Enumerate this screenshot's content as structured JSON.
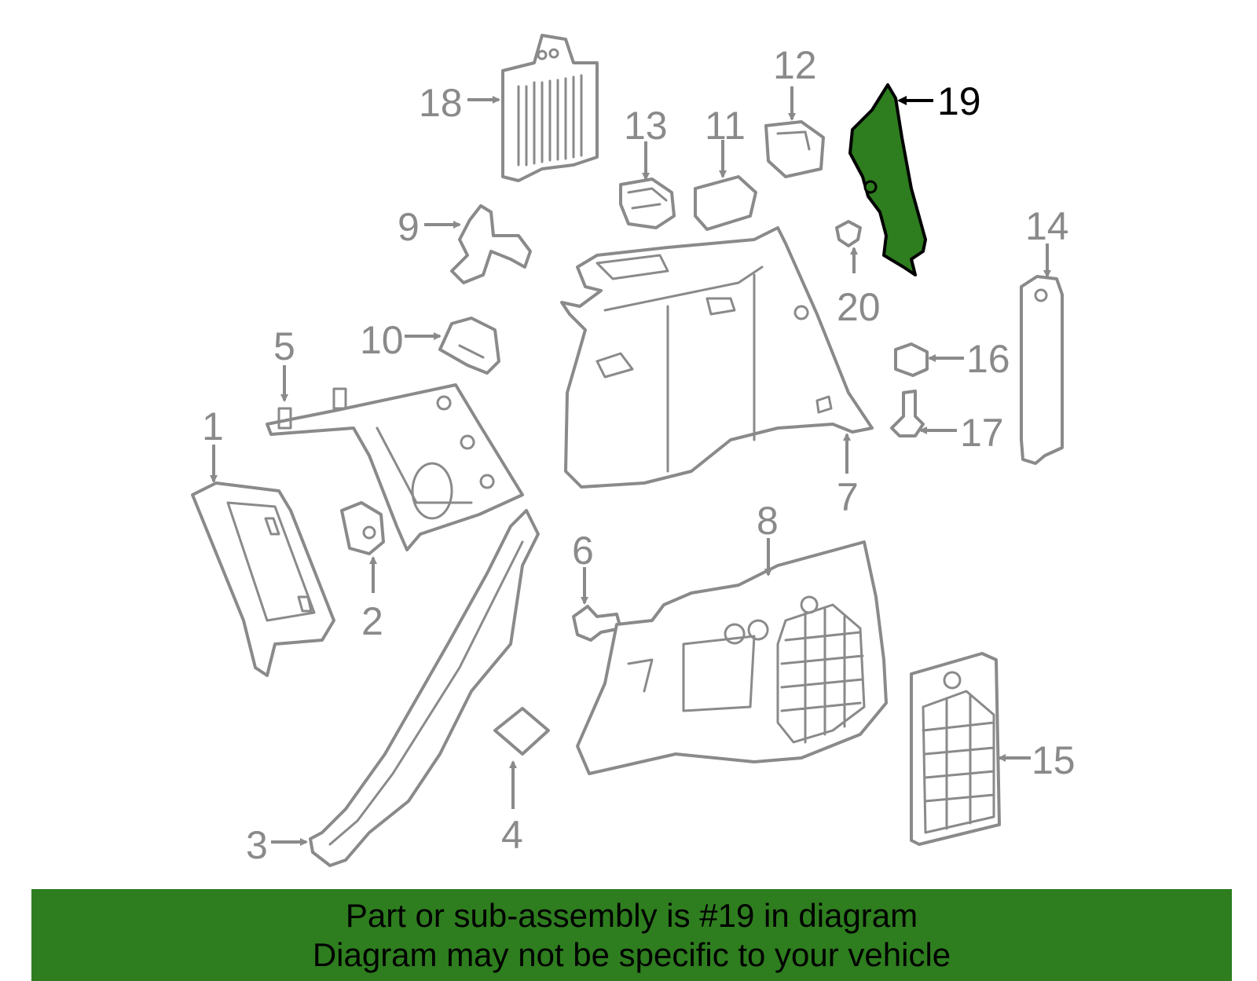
{
  "diagram": {
    "highlighted_part": "19",
    "highlight_color": "#2e7d1f",
    "line_color": "#8a8a8a",
    "callouts": [
      "1",
      "2",
      "3",
      "4",
      "5",
      "6",
      "7",
      "8",
      "9",
      "10",
      "11",
      "12",
      "13",
      "14",
      "15",
      "16",
      "17",
      "18",
      "19",
      "20"
    ]
  },
  "banner": {
    "line1": "Part or sub-assembly is #19 in diagram",
    "line2": "Diagram may not be specific to your vehicle",
    "background": "#2e7d1f"
  }
}
